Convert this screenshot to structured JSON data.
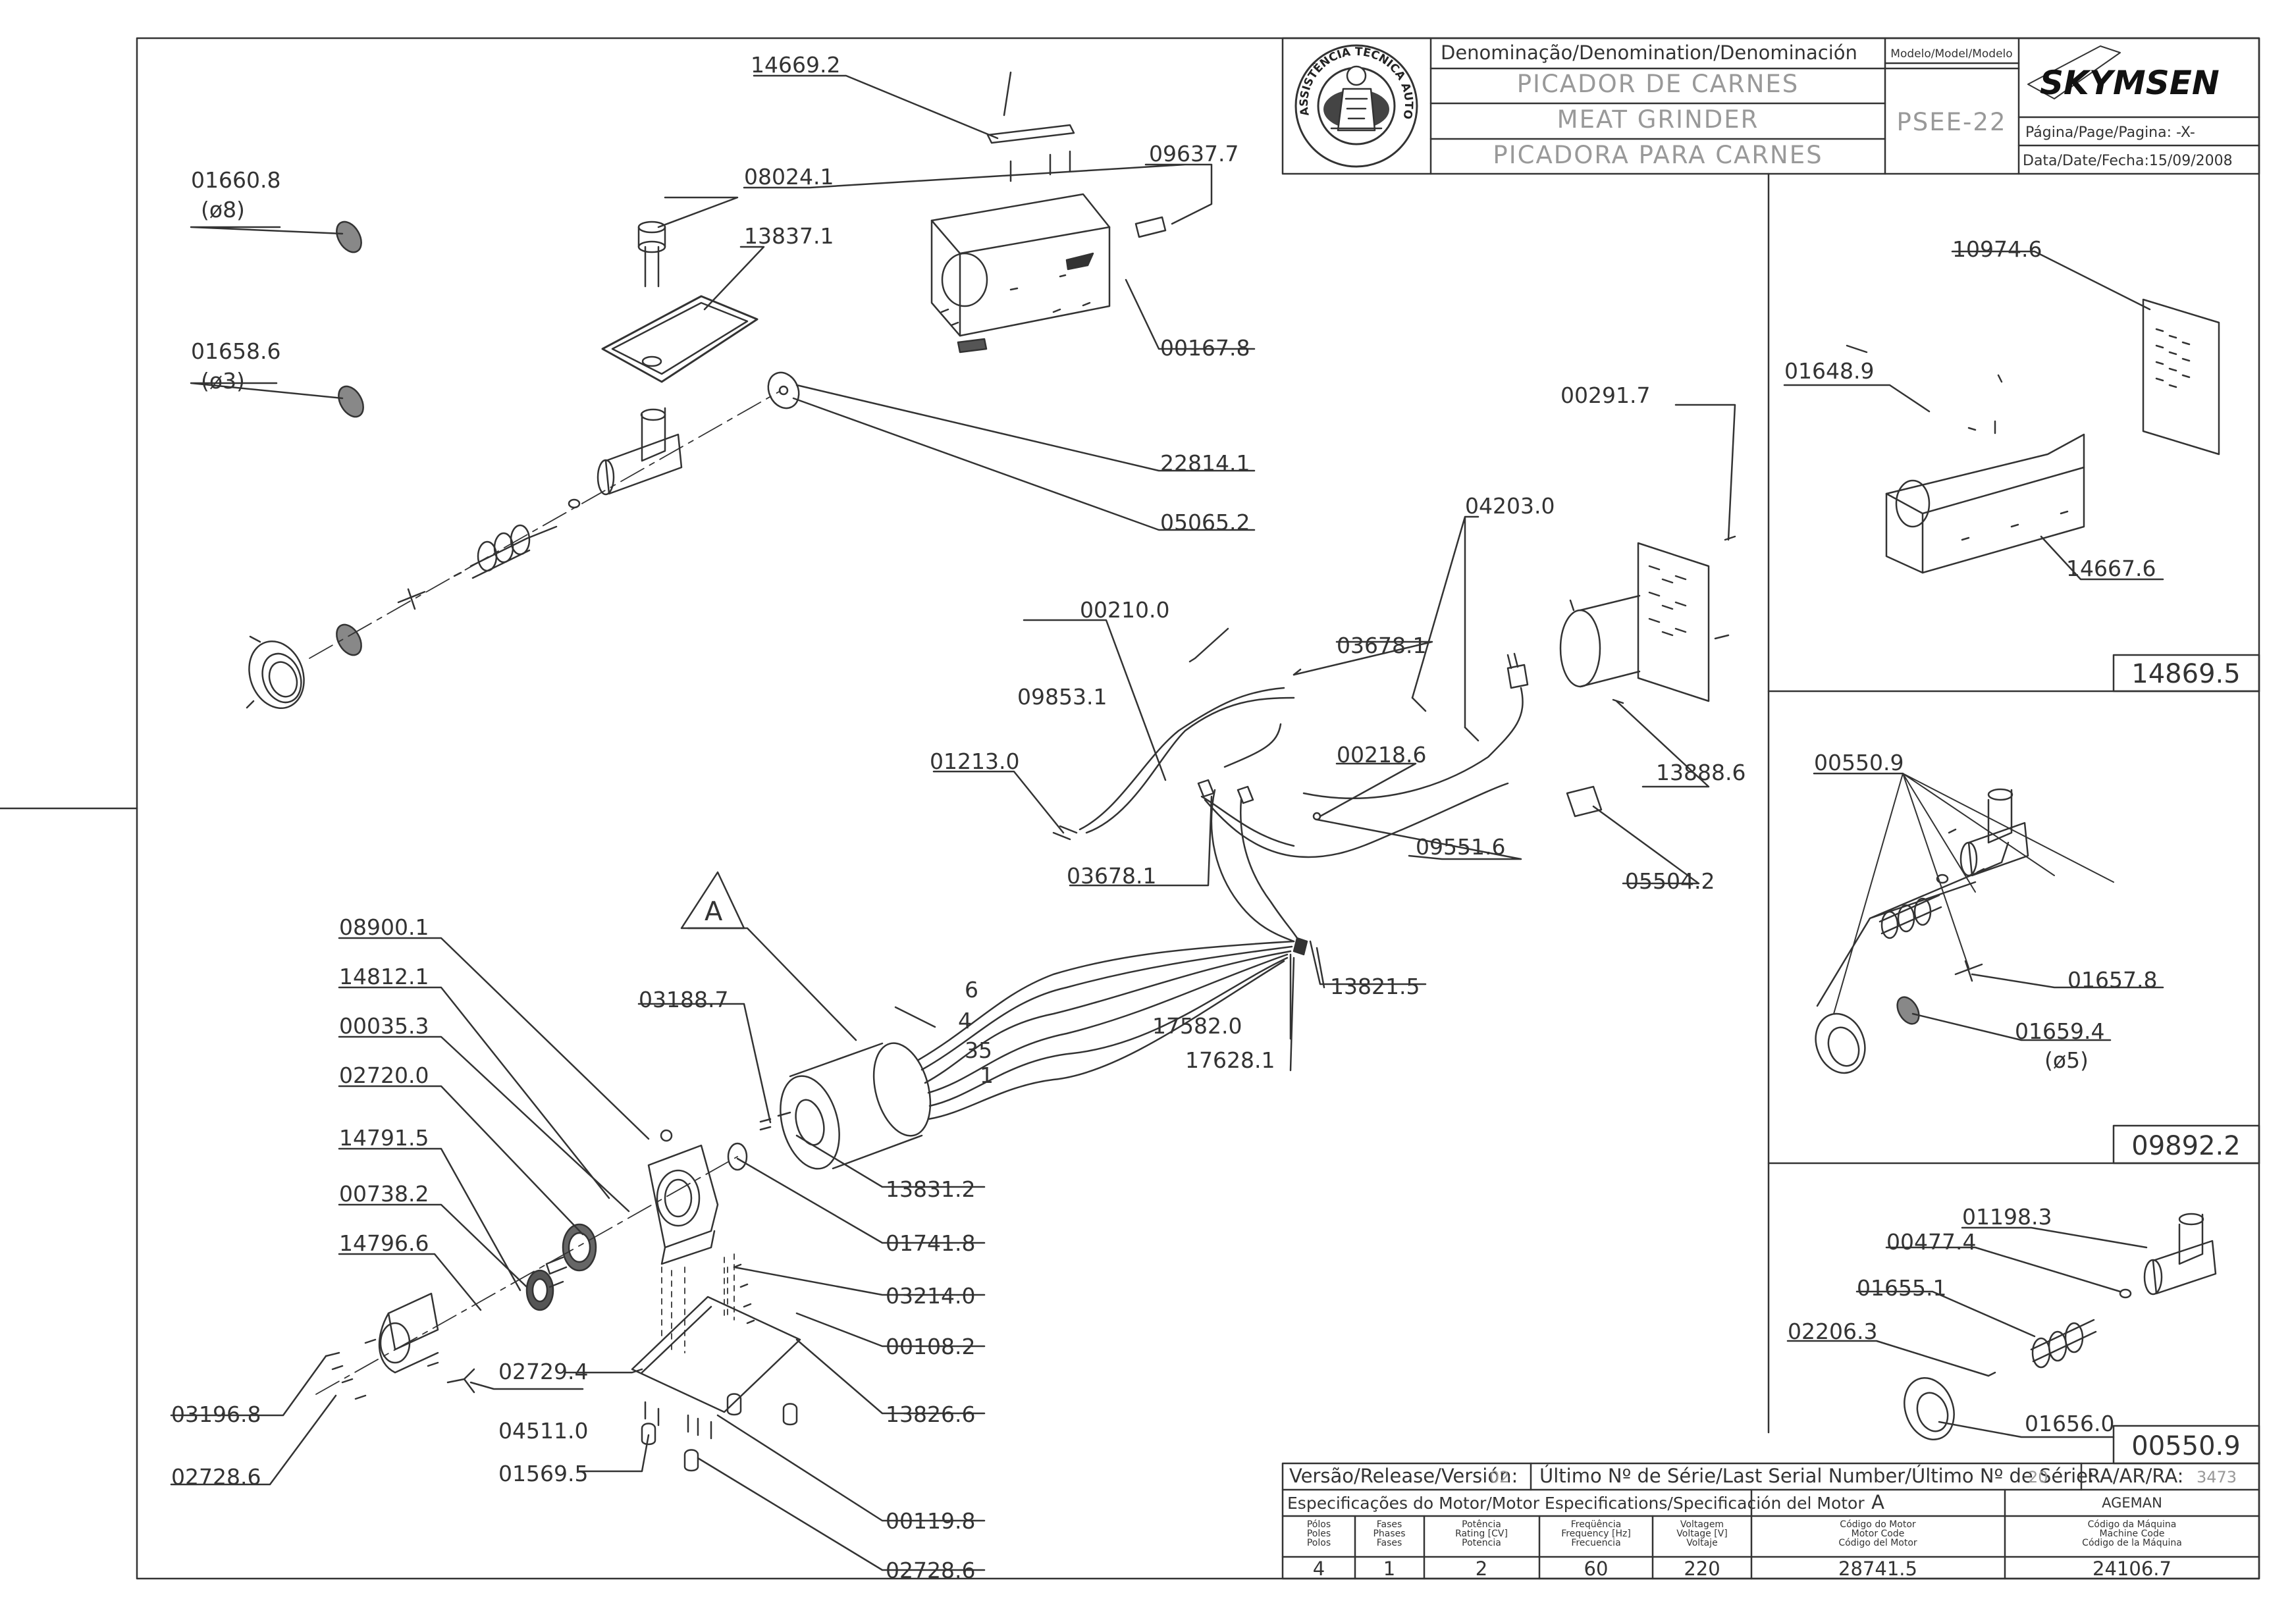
{
  "title_block": {
    "denomination_header": "Denominação/Denomination/Denominación",
    "model_header": "Modelo/Model/Modelo",
    "title_pt": "PICADOR DE CARNES",
    "title_en": "MEAT GRINDER",
    "title_es": "PICADORA PARA CARNES",
    "model": "PSEE-22",
    "brand": "SKYMSEN",
    "page_label": "Página/Page/Pagina: -X-",
    "date_label": "Data/Date/Fecha:15/09/2008",
    "seal_text": "ASSISTÊNCIA TÉCNICA AUTORIZADA"
  },
  "release_block": {
    "version_label": "Versão/Release/Versión:",
    "version_value": "02",
    "serial_label": "Último Nº de Série/Last Serial Number/Último Nº de Série:",
    "serial_value": "20",
    "ra_label": "RA/AR/RA:",
    "ra_value": "3473",
    "motor_spec_label": "Especificações do Motor/Motor Especifications/Specificación del Motor",
    "motor_letter": "A",
    "manufacturer": "AGEMAN",
    "columns": [
      {
        "head": [
          "Pólos",
          "Poles",
          "Polos"
        ],
        "value": "4"
      },
      {
        "head": [
          "Fases",
          "Phases",
          "Fases"
        ],
        "value": "1"
      },
      {
        "head": [
          "Potência",
          "Rating [CV]",
          "Potencia"
        ],
        "value": "2"
      },
      {
        "head": [
          "Freqüência",
          "Frequency [Hz]",
          "Frecuencia"
        ],
        "value": "60"
      },
      {
        "head": [
          "Voltagem",
          "Voltage [V]",
          "Voltaje"
        ],
        "value": "220"
      },
      {
        "head": [
          "Código do Motor",
          "Motor Code",
          "Código del Motor"
        ],
        "value": "28741.5"
      },
      {
        "head": [
          "Código da Máquina",
          "Machine Code",
          "Código de la Máquina"
        ],
        "value": "24106.7"
      }
    ]
  },
  "part_labels": {
    "p14669_2": "14669.2",
    "p09637_7": "09637.7",
    "p08024_1": "08024.1",
    "p13837_1": "13837.1",
    "p01660_8": "01660.8",
    "d8": "(ø8)",
    "p01658_6": "01658.6",
    "d3": "(ø3)",
    "p00167_8": "00167.8",
    "p22814_1": "22814.1",
    "p05065_2": "05065.2",
    "p00291_7": "00291.7",
    "p04203_0": "04203.0",
    "p00210_0": "00210.0",
    "p03678_1a": "03678.1",
    "p09853_1": "09853.1",
    "p01213_0": "01213.0",
    "p00218_6": "00218.6",
    "p09551_6": "09551.6",
    "p03678_1b": "03678.1",
    "p05504_2": "05504.2",
    "p13888_6": "13888.6",
    "p08900_1": "08900.1",
    "p14812_1": "14812.1",
    "p00035_3": "00035.3",
    "p02720_0": "02720.0",
    "p14791_5": "14791.5",
    "p00738_2": "00738.2",
    "p14796_6": "14796.6",
    "p03196_8": "03196.8",
    "p02728_6a": "02728.6",
    "p02729_4": "02729.4",
    "p04511_0": "04511.0",
    "p01569_5": "01569.5",
    "p03188_7": "03188.7",
    "p13831_2": "13831.2",
    "p01741_8": "01741.8",
    "p03214_0": "03214.0",
    "p00108_2": "00108.2",
    "p13826_6": "13826.6",
    "p00119_8": "00119.8",
    "p02728_6b": "02728.6",
    "p17582_0": "17582.0",
    "p17628_1": "17628.1",
    "p13821_5": "13821.5",
    "wire6": "6",
    "wire4": "4",
    "wire35": "35",
    "wire1": "1",
    "motor_ref": "A",
    "p10974_6": "10974.6",
    "p01648_9": "01648.9",
    "p14667_6": "14667.6",
    "panel1": "14869.5",
    "p00550_9a": "00550.9",
    "p01657_8": "01657.8",
    "p01659_4": "01659.4",
    "d5": "(ø5)",
    "panel2": "09892.2",
    "p01198_3": "01198.3",
    "p00477_4": "00477.4",
    "p01655_1": "01655.1",
    "p02206_3": "02206.3",
    "p01656_0": "01656.0",
    "panel3": "00550.9"
  },
  "colors": {
    "line": "#333333",
    "label": "#333333",
    "gray_text": "#999999",
    "background": "#ffffff"
  }
}
